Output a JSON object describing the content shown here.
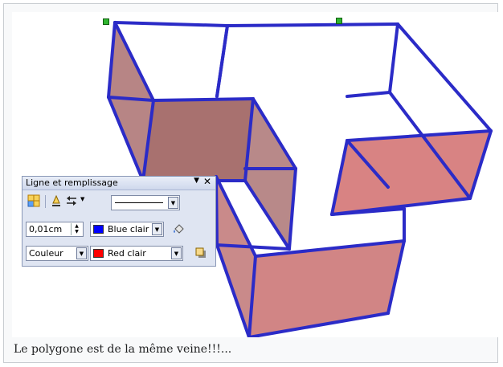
{
  "caption": "Le polygone est de la même veine!!!...",
  "panel": {
    "title": "Ligne et remplissage",
    "menu_arrow": "▼",
    "close": "✕",
    "line_width": "0,01cm",
    "line_color_label": "Blue clair",
    "fill_type": "Couleur",
    "fill_color_label": "Red clair"
  },
  "colors": {
    "edge": "#2b2bc7",
    "edge_dark": "#14147a",
    "fill": "#d37e7e",
    "line_swatch": "#0000ff",
    "fill_swatch": "#ff0000"
  },
  "icons": [
    "area-style-icon",
    "line-style-icon",
    "arrow-style-icon",
    "line-style-dropdown-icon",
    "fill-bucket-icon",
    "shadow-icon"
  ]
}
